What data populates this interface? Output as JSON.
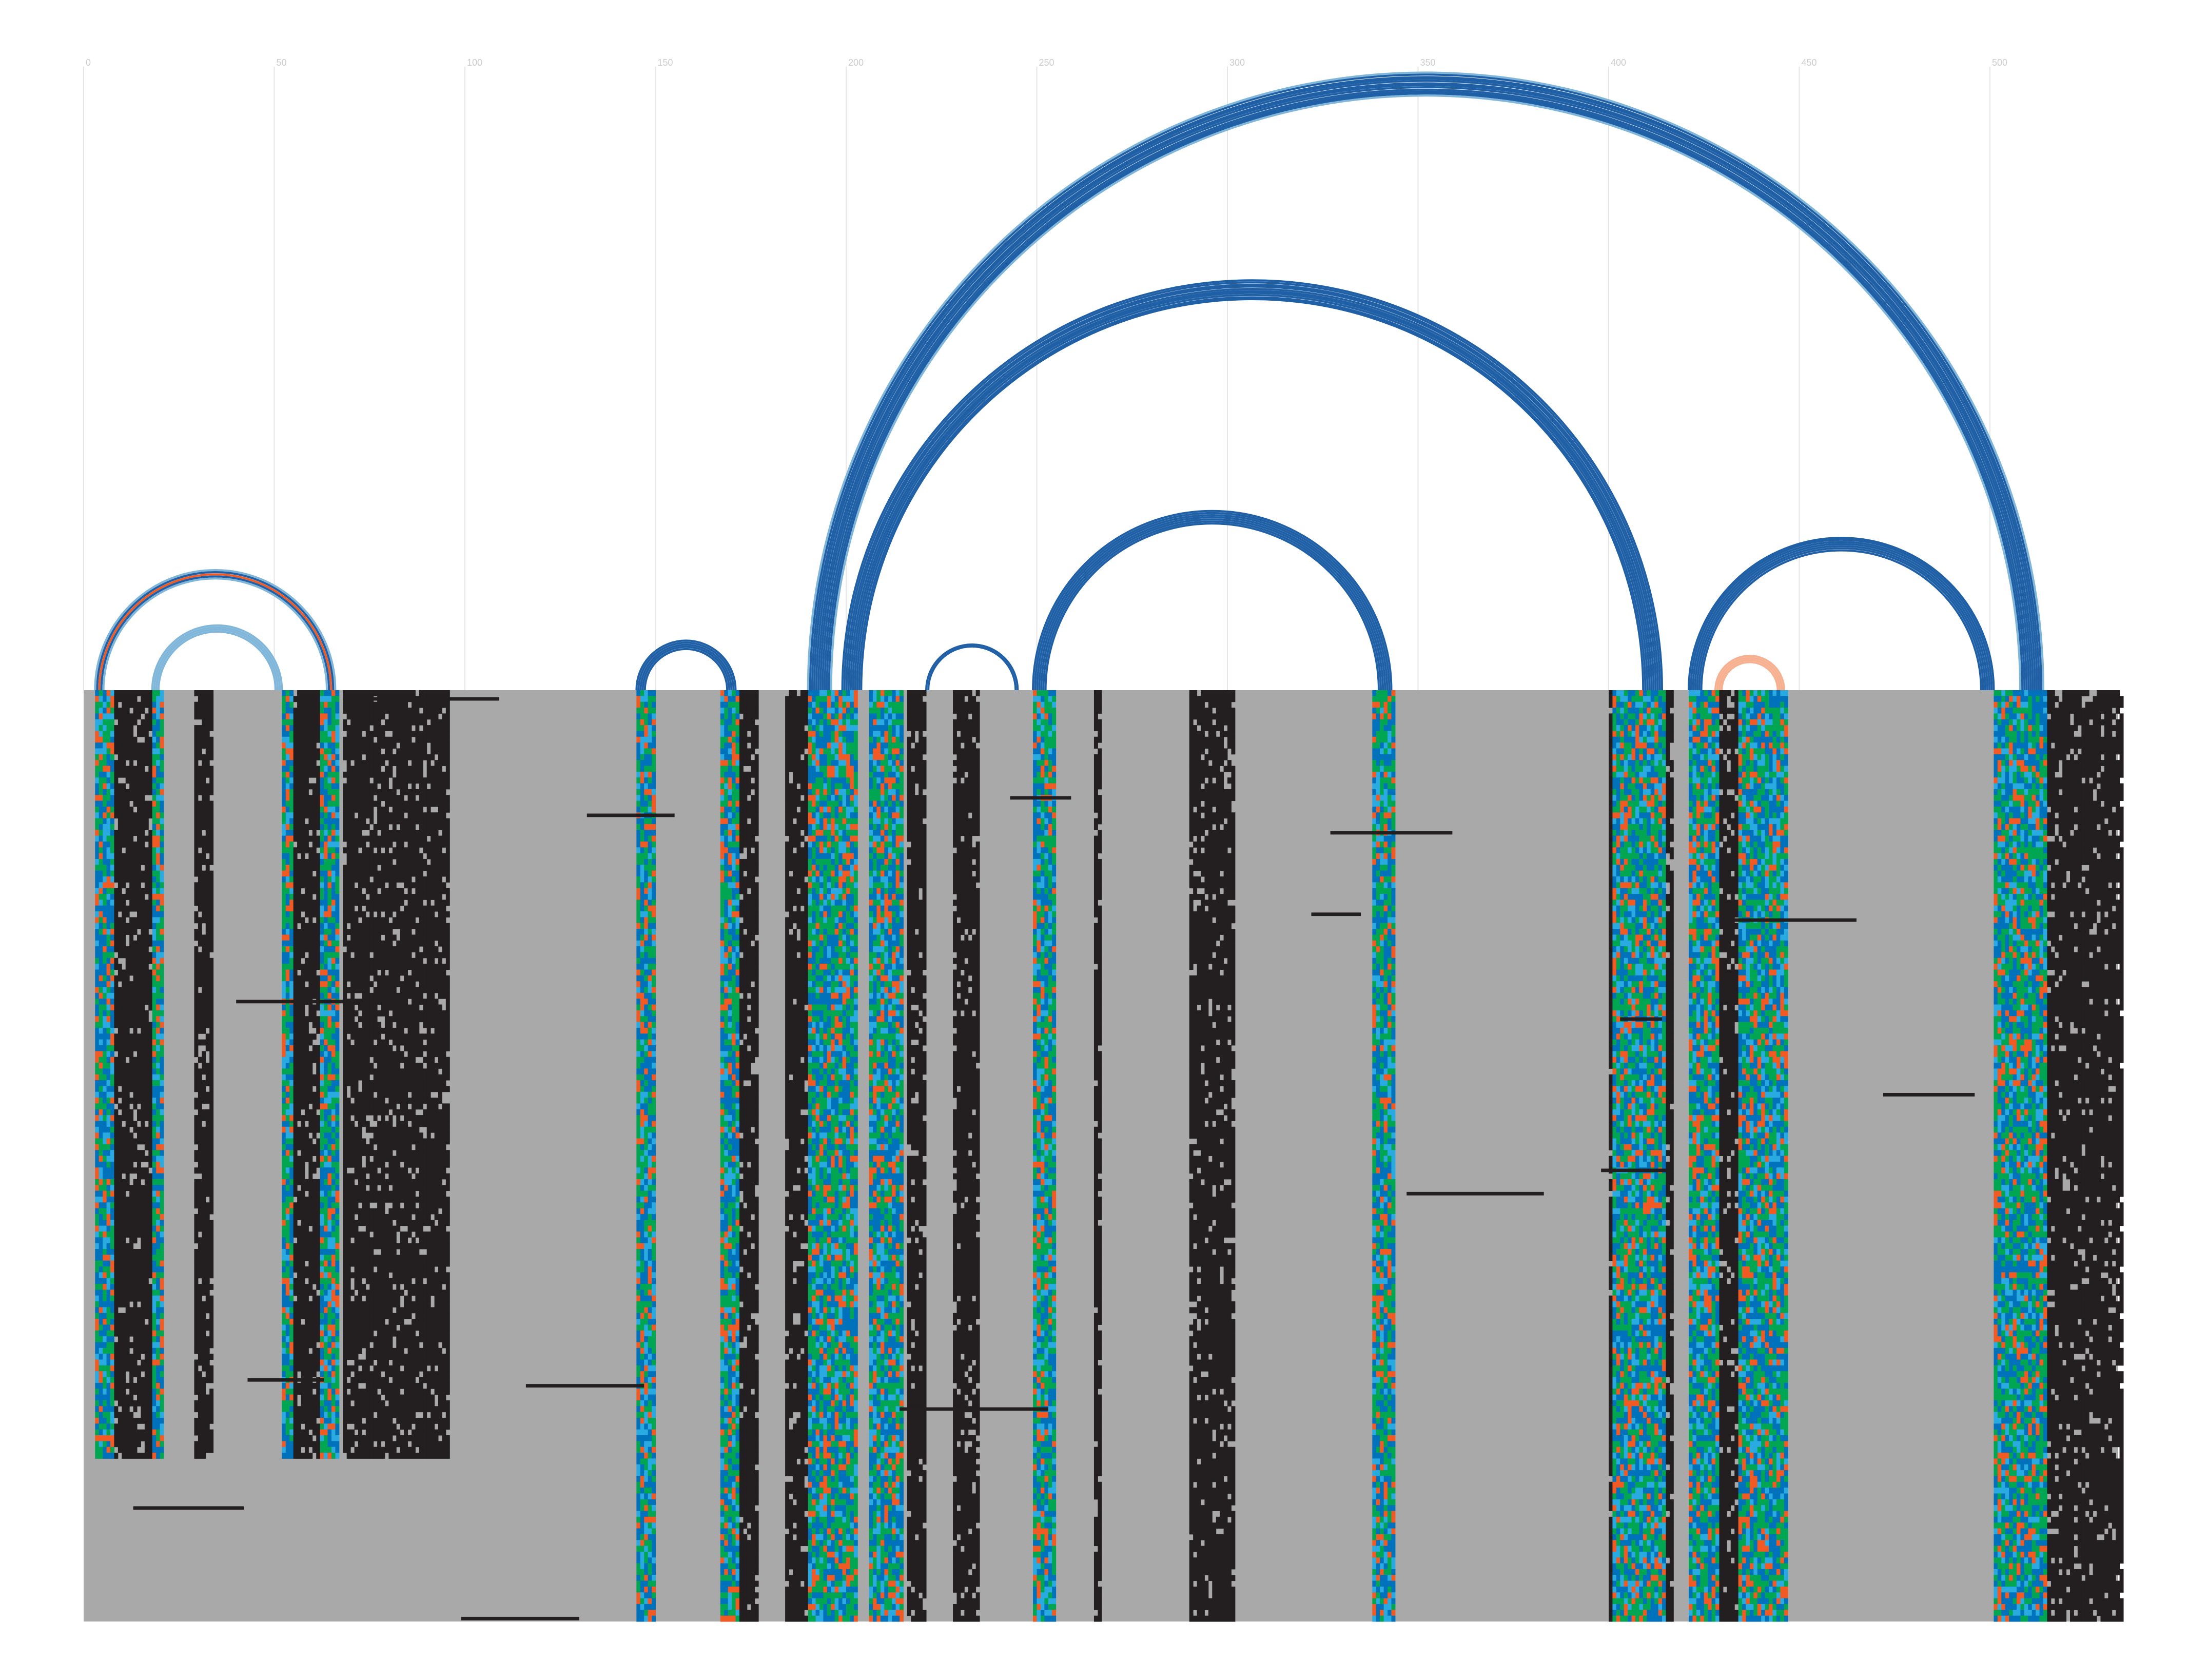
{
  "axis": {
    "ticks": [
      {
        "value": 0,
        "label": "0"
      },
      {
        "value": 50,
        "label": "50"
      },
      {
        "value": 100,
        "label": "100"
      },
      {
        "value": 150,
        "label": "150"
      },
      {
        "value": 200,
        "label": "200"
      },
      {
        "value": 250,
        "label": "250"
      },
      {
        "value": 300,
        "label": "300"
      },
      {
        "value": 350,
        "label": "350"
      },
      {
        "value": 400,
        "label": "400"
      },
      {
        "value": 450,
        "label": "450"
      },
      {
        "value": 500,
        "label": "500"
      }
    ],
    "x_range": [
      0,
      534
    ]
  },
  "colors": {
    "background": "#ffffff",
    "gap": "#a9a9a9",
    "base_dark": "#231f20",
    "green": "#00a651",
    "blue": "#0072bc",
    "cyan": "#29aae1",
    "orange": "#f15a22",
    "gridline": "#e6e6e6",
    "tick_label": "#cccccc",
    "arc_dark": "#1f5fa6",
    "arc_light": "#7fb6d9",
    "arc_orange": "#f15a22",
    "arc_faint_orange": "#f6b08f"
  },
  "helix_groups": [
    {
      "name": "helix-1",
      "start": 3,
      "end": 66,
      "lines": 5,
      "color": "mixed"
    },
    {
      "name": "helix-2",
      "start": 18,
      "end": 52,
      "lines": 4,
      "color": "light"
    },
    {
      "name": "helix-3",
      "start": 145,
      "end": 171,
      "lines": 5,
      "color": "dark"
    },
    {
      "name": "helix-4",
      "start": 190,
      "end": 514,
      "lines": 12,
      "color": "mixed-blue"
    },
    {
      "name": "helix-5",
      "start": 199,
      "end": 414,
      "lines": 10,
      "color": "dark"
    },
    {
      "name": "helix-6",
      "start": 221,
      "end": 245,
      "lines": 2,
      "color": "dark"
    },
    {
      "name": "helix-7",
      "start": 249,
      "end": 343,
      "lines": 7,
      "color": "dark"
    },
    {
      "name": "helix-8",
      "start": 421,
      "end": 501,
      "lines": 7,
      "color": "dark"
    },
    {
      "name": "helix-9",
      "start": 428,
      "end": 446,
      "lines": 4,
      "color": "faint-orange"
    }
  ],
  "alignment": {
    "rows": 160,
    "x_start": 0,
    "x_end": 534
  }
}
